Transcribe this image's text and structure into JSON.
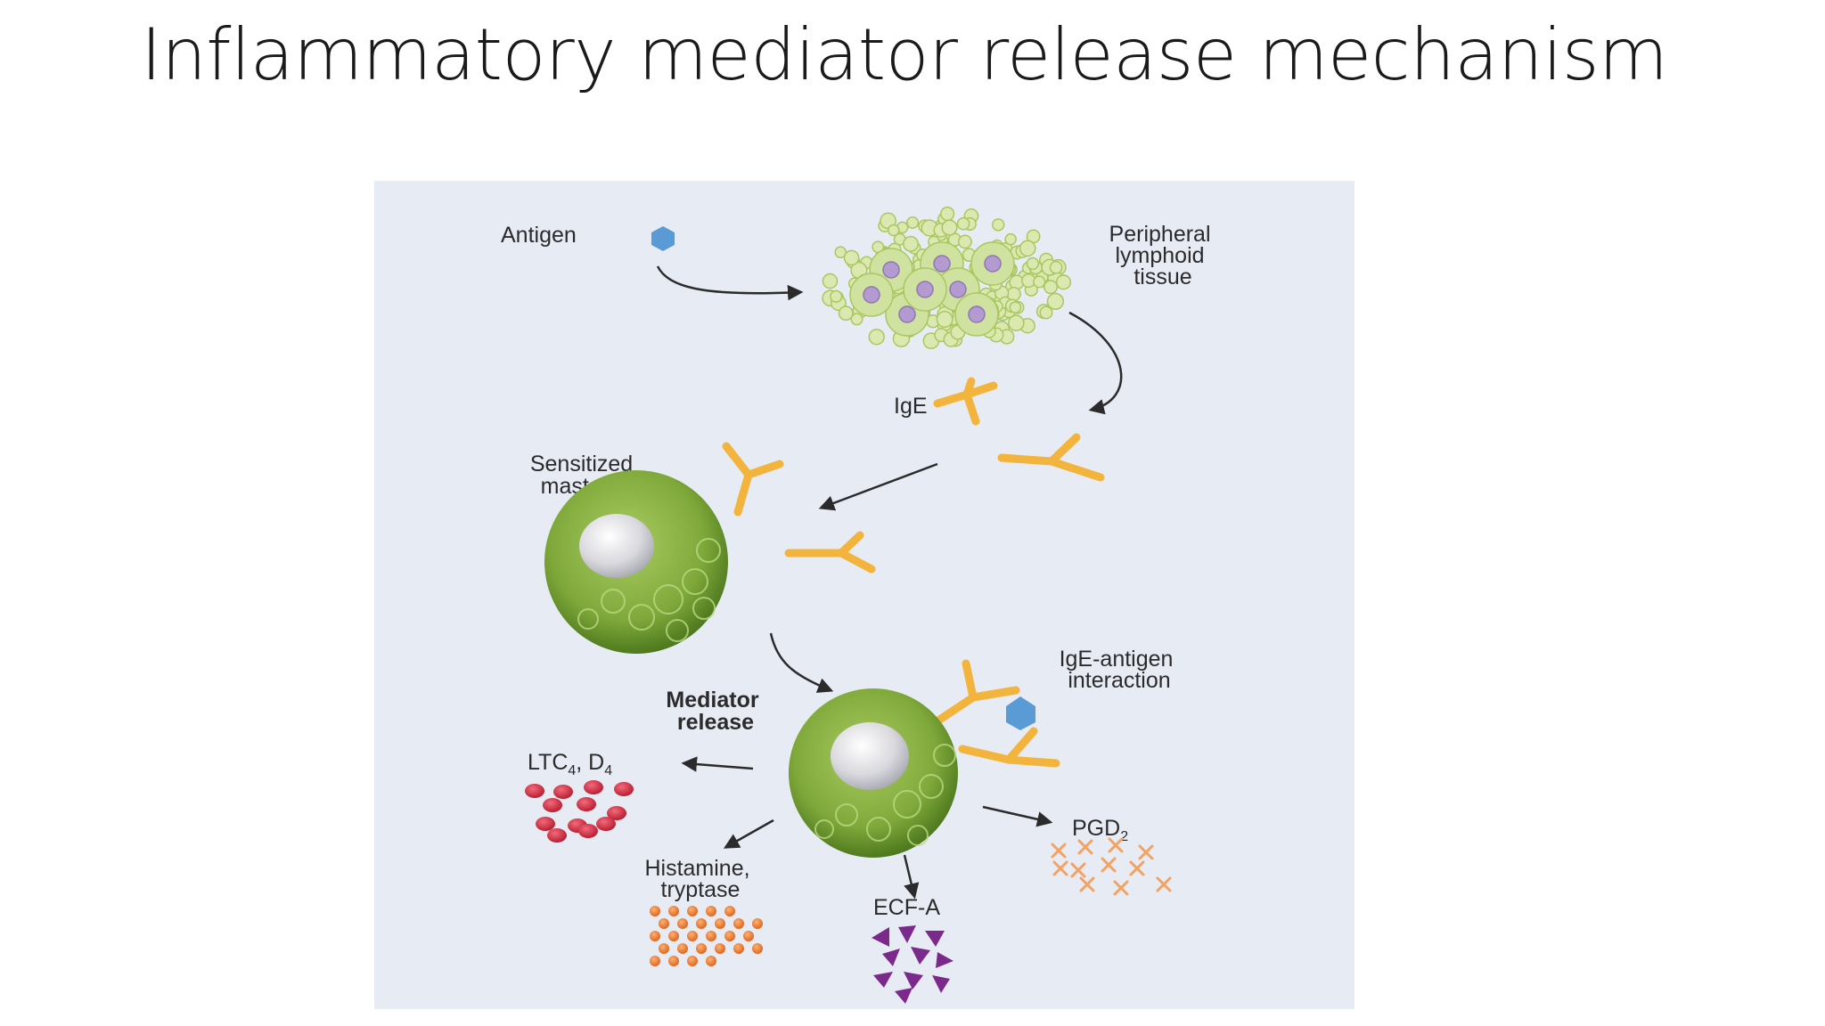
{
  "slide": {
    "title": "Inflammatory mediator release mechanism"
  },
  "diagram": {
    "antigen_label": "Antigen",
    "lymphoid_label_lines": [
      "Peripheral",
      "lymphoid",
      "tissue"
    ],
    "ige_label": "IgE",
    "sensitized_label_lines": [
      "Sensitized",
      "mast cell"
    ],
    "interaction_label_lines": [
      "IgE-antigen",
      "interaction"
    ],
    "mediator_label_lines": [
      "Mediator",
      "release"
    ],
    "ltc_label": {
      "a": "LTC",
      "a_sub": "4",
      "b": ", D",
      "b_sub": "4"
    },
    "pgd_label": {
      "a": "PGD",
      "a_sub": "2"
    },
    "histamine_label_lines": [
      "Histamine,",
      "tryptase"
    ],
    "ecf_label": "ECF-A",
    "colors": {
      "panel": "#e7ecf4",
      "antigen": "#5b9bd5",
      "antibody": "#f2b43c",
      "cell_green": "#7fa83a",
      "lymphoid": "#c8dc8c",
      "ltc": "#d7263d",
      "histamine": "#f08a3c",
      "ecf": "#7b2a8c",
      "pgd": "#f4a261"
    }
  }
}
